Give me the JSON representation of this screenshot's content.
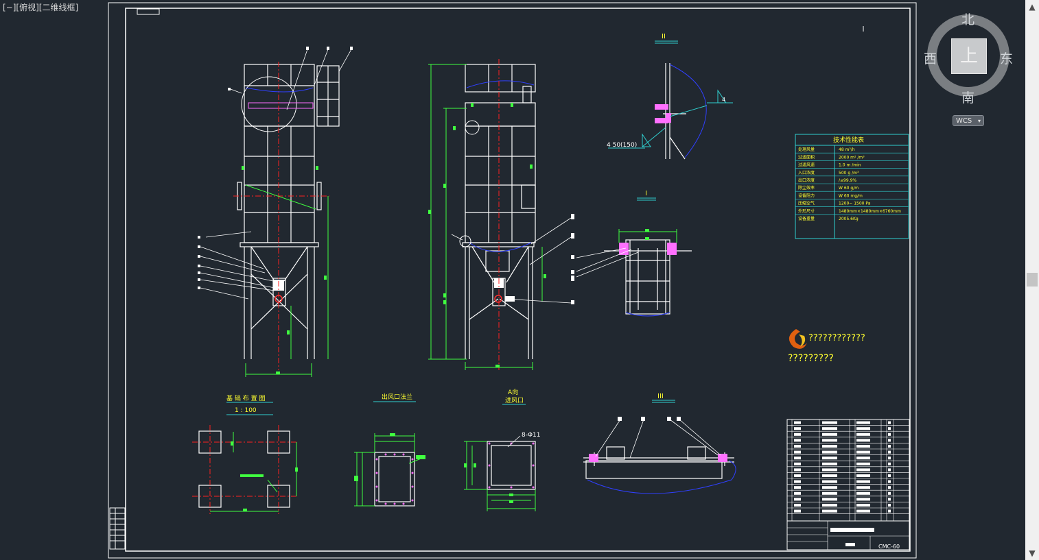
{
  "viewport": {
    "label": "[−][俯视][二维线框]"
  },
  "viewcube": {
    "north": "北",
    "south": "南",
    "east": "东",
    "west": "西",
    "top_face": "上",
    "wcs_label": "WCS"
  },
  "drawing": {
    "view_label_II": "II",
    "view_label_I": "I",
    "view_label_III": "III",
    "weld_annotation": "4  50(150)",
    "weld_annotation_small": "4",
    "foundation_title": "基 础 布 置 图",
    "foundation_scale": "1 : 100",
    "outlet_title": "出风口法兰",
    "inlet_title_a": "A向",
    "inlet_title_b": "进风口",
    "hole_note": "8-Φ11",
    "logo_line_1": "????????????",
    "logo_line_2": "?????????",
    "drawing_code": "CMC-60",
    "tech_table": {
      "title": "技术性能表",
      "rows": [
        [
          "处理风量",
          "48  m³/h"
        ],
        [
          "过滤面积",
          "2000  m² /m³"
        ],
        [
          "过滤风速",
          "1.0  m /min"
        ],
        [
          "入口浓度",
          "500  g /m³"
        ],
        [
          "出口浓度",
          "/≤99.9%"
        ],
        [
          "除尘效率",
          "W 60 g/m"
        ],
        [
          "设备阻力",
          "W 60 mg/m"
        ],
        [
          "压缩空气",
          "1200~ 1500 Pa"
        ],
        [
          "外形尺寸",
          "1480mm×1480mm×6760mm"
        ],
        [
          "设备重量",
          "2005.6Kg"
        ]
      ]
    }
  }
}
